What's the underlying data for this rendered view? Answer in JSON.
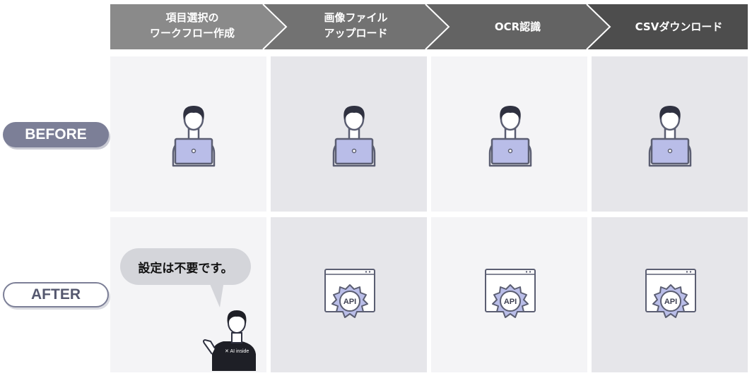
{
  "workflow": {
    "steps": [
      {
        "label": "項目選択の\nワークフロー作成",
        "color": "#8a8a8a"
      },
      {
        "label": "画像ファイル\nアップロード",
        "color": "#727272"
      },
      {
        "label": "OCR認識",
        "color": "#636363"
      },
      {
        "label": "CSVダウンロード",
        "color": "#4d4d4d"
      }
    ]
  },
  "rows": {
    "before": {
      "label": "BEFORE",
      "icon": "person-laptop-icon"
    },
    "after": {
      "label": "AFTER",
      "icon": "api-gear-icon"
    }
  },
  "after_first_cell": {
    "bubble_text": "設定は不要です。",
    "shirt_brand": "AI inside",
    "brand_mark": "✕"
  },
  "api_label": "API",
  "colors": {
    "cell_light": "#f4f4f6",
    "cell_dark": "#e6e6ea",
    "accent_lavender": "#b9bde8",
    "outline": "#5b5e72",
    "pill_before": "#7c7f97"
  }
}
